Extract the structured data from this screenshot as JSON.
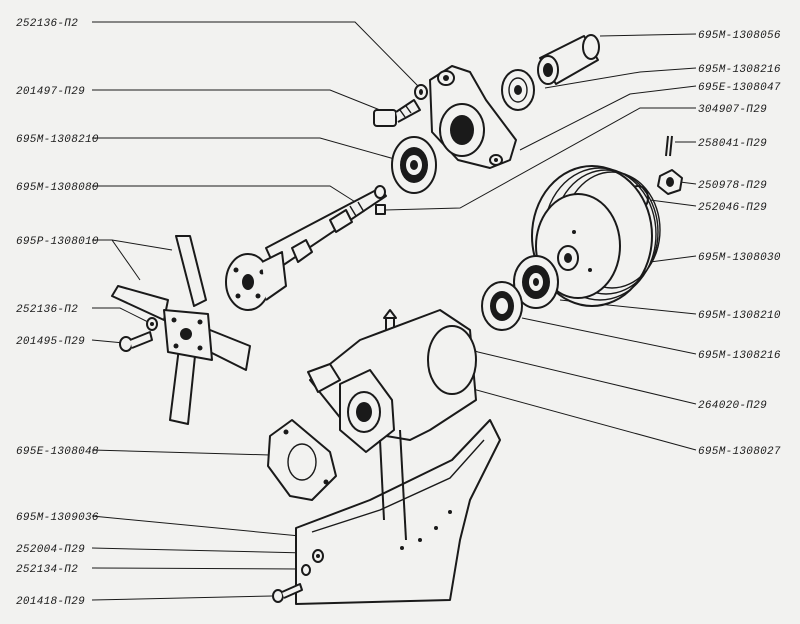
{
  "labels": {
    "l252136_top": "252136-П2",
    "l201497": "201497-П29",
    "l695m_1308210_a": "695М-1308210",
    "l695m_1308080": "695М-1308080",
    "l695p_1308010": "695Р-1308010",
    "l252136_mid": "252136-П2",
    "l201495": "201495-П29",
    "l695e_1308048": "695Е-1308048",
    "l695m_1309036": "695М-1309036",
    "l252004": "252004-П29",
    "l252134": "252134-П2",
    "l201418": "201418-П29",
    "l695m_1308056": "695М-1308056",
    "l695m_1308216_a": "695М-1308216",
    "l695e_1308047": "695Е-1308047",
    "l304907": "304907-П29",
    "l258041": "258041-П29",
    "l250978": "250978-П29",
    "l252046": "252046-П29",
    "l695m_1308030": "695М-1308030",
    "l695m_1308210_b": "695М-1308210",
    "l695m_1308216_b": "695М-1308216",
    "l264020": "264020-П29",
    "l695m_1308027": "695М-1308027"
  },
  "colors": {
    "ink": "#1a1a1a",
    "paper": "#f2f2f0"
  }
}
